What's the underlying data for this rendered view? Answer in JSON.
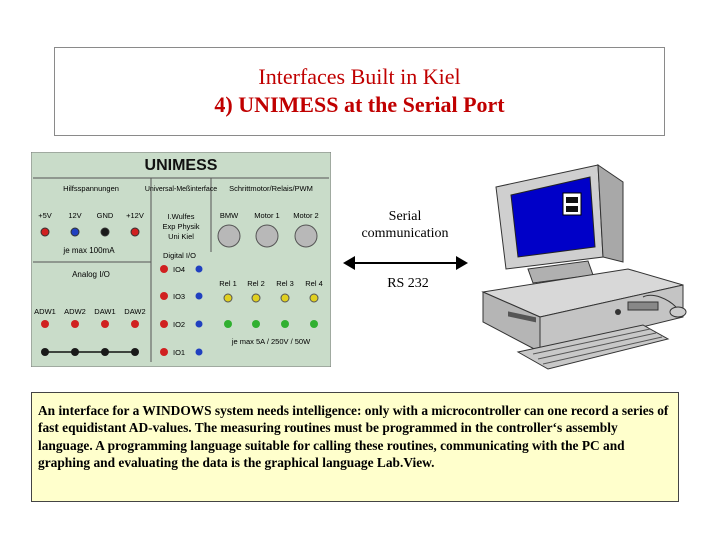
{
  "title": {
    "line1": "Interfaces Built  in Kiel",
    "line2": "4) UNIMESS at the Serial Port"
  },
  "device": {
    "name": "UNIMESS",
    "sections": {
      "supply": "Hilfsspannungen",
      "interface": "Universal-Meßinterface",
      "motors": "Schrittmotor/Relais/PWM"
    },
    "supply_labels": [
      "+5V",
      "12V",
      "GND",
      "+12V"
    ],
    "current_note": "je max 100mA",
    "author_lines": [
      "I.Wulfes",
      "Exp Physik",
      "Uni Kiel"
    ],
    "motor_labels": [
      "BMW",
      "Motor 1",
      "Motor 2"
    ],
    "digital_label": "Digital I/O",
    "analog_label": "Analog I/O",
    "io_labels": [
      "IO4",
      "IO3",
      "IO2",
      "IO1"
    ],
    "analog_channels": [
      "ADW1",
      "ADW2",
      "DAW1",
      "DAW2"
    ],
    "relay_labels": [
      "Rel 1",
      "Rel 2",
      "Rel 3",
      "Rel 4"
    ],
    "relay_note": "je max 5A / 250V / 50W"
  },
  "link": {
    "label_line1": "Serial",
    "label_line2": "communication",
    "protocol": "RS 232"
  },
  "description": "An interface for a WINDOWS system needs intelligence: only with a microcontroller can one record a series of fast equidistant AD-values. The measuring routines must be programmed in the controller‘s assembly language. A programming language suitable for calling these routines, communicating with the PC and graphing and evaluating the data is the graphical language Lab.View.",
  "colors": {
    "title": "#c00000",
    "panel": "#c9dcc9",
    "description_bg": "#ffffcc",
    "screen": "#0000c8"
  }
}
